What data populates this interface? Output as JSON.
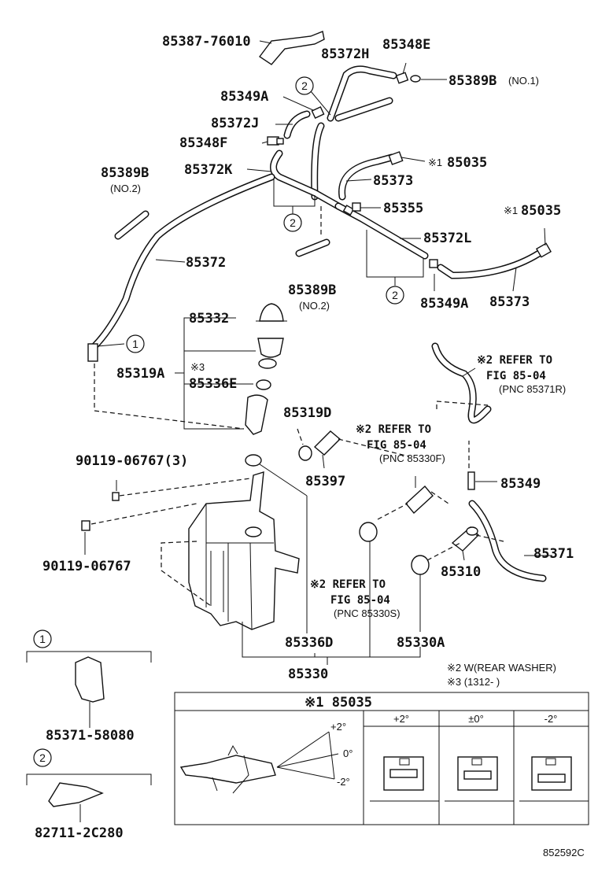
{
  "labels": {
    "p85387_76010": "85387-76010",
    "p85372H": "85372H",
    "p85348E": "85348E",
    "p85389B_1": "85389B",
    "no1": "(NO.1)",
    "p85349A_top": "85349A",
    "p85372J": "85372J",
    "p85348F": "85348F",
    "p85372K": "85372K",
    "p85389B_2": "85389B",
    "no2_a": "(NO.2)",
    "p85035_a": "85035",
    "p85373_a": "85373",
    "p85355": "85355",
    "p85035_b": "85035",
    "p85372L": "85372L",
    "p85372": "85372",
    "p85389B_3": "85389B",
    "no2_b": "(NO.2)",
    "p85349A_bot": "85349A",
    "p85373_b": "85373",
    "p85332": "85332",
    "p85319A": "85319A",
    "p85336E": "85336E",
    "mark3": "※3",
    "mark1_a": "※1",
    "mark1_b": "※1",
    "refer1_line1": "※2 REFER TO",
    "refer1_line2": "FIG 85-04",
    "refer1_line3": "(PNC 85371R)",
    "p85319D": "85319D",
    "refer2_line1": "※2 REFER TO",
    "refer2_line2": "FIG 85-04",
    "refer2_line3": "(PNC 85330F)",
    "p85397": "85397",
    "p85349": "85349",
    "p90119_06767_3": "90119-06767(3)",
    "p90119_06767": "90119-06767",
    "p85371": "85371",
    "p85310": "85310",
    "refer3_line1": "※2 REFER TO",
    "refer3_line2": "FIG 85-04",
    "refer3_line3": "(PNC 85330S)",
    "p85336D": "85336D",
    "p85330A": "85330A",
    "p85330": "85330",
    "note2": "※2 W(REAR WASHER)",
    "note3": "※3 (1312-      )",
    "detail1_part": "85371-58080",
    "detail2_part": "82711-2C280",
    "callout_1": "1",
    "callout_2": "2"
  },
  "table": {
    "title": "※1 85035",
    "columns": [
      "+2°",
      "±0°",
      "-2°"
    ],
    "angles": {
      "plus": "+2°",
      "zero": "0°",
      "minus": "-2°"
    }
  },
  "figure_code": "852592C"
}
